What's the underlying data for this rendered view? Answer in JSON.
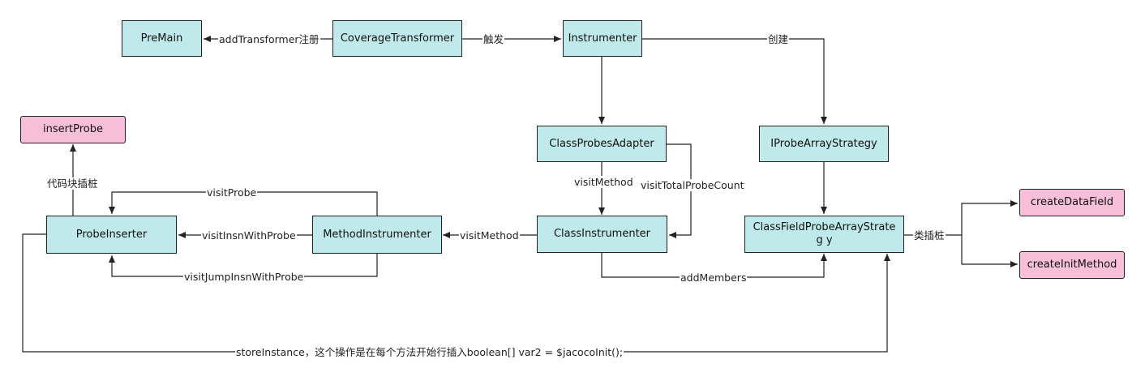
{
  "nodes": {
    "premain": "PreMain",
    "coverage_transformer": "CoverageTransformer",
    "instrumenter": "Instrumenter",
    "insert_probe": "insertProbe",
    "class_probes_adapter": "ClassProbesAdapter",
    "iprobe_array_strategy": "IProbeArrayStrategy",
    "probe_inserter": "ProbeInserter",
    "method_instrumenter": "MethodInstrumenter",
    "class_instrumenter": "ClassInstrumenter",
    "class_field_strategy": "ClassFieldProbeArrayStrateg y",
    "create_data_field": "createDataField",
    "create_init_method": "createInitMethod"
  },
  "edges": {
    "add_transformer": "addTransformer注册",
    "trigger": "触发",
    "create": "创建",
    "code_block_probe": "代码块插桩",
    "visit_method_down": "visitMethod",
    "visit_total_probe_count": "visitTotalProbeCount",
    "visit_probe": "visitProbe",
    "visit_insn_with_probe": "visitInsnWithProbe",
    "visit_method_left": "visitMethod",
    "visit_jump_insn_with_probe": "visitJumpInsnWithProbe",
    "add_members": "addMembers",
    "class_probe": "类插桩",
    "store_instance": "storeInstance，这个操作是在每个方法开始行插入boolean[] var2 = $jacocoInit();"
  },
  "colors": {
    "node_fill": "#bfe9ea",
    "method_fill": "#f7bfd9",
    "stroke": "#222222"
  }
}
